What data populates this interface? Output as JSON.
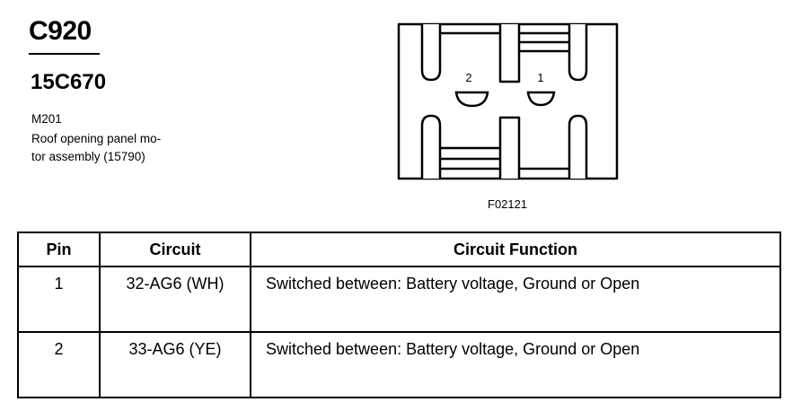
{
  "header": {
    "connector_id": "C920",
    "part_number": "15C670",
    "component_id": "M201",
    "description_line1": "Roof opening panel mo-",
    "description_line2": "tor assembly (15790)"
  },
  "diagram": {
    "pin_labels": [
      "2",
      "1"
    ],
    "figure_id": "F02121"
  },
  "table": {
    "headers": {
      "pin": "Pin",
      "circuit": "Circuit",
      "function": "Circuit Function"
    },
    "rows": [
      {
        "pin": "1",
        "circuit": "32-AG6 (WH)",
        "function": "Switched between: Battery voltage, Ground or Open"
      },
      {
        "pin": "2",
        "circuit": "33-AG6 (YE)",
        "function": "Switched between: Battery voltage, Ground or Open"
      }
    ]
  }
}
